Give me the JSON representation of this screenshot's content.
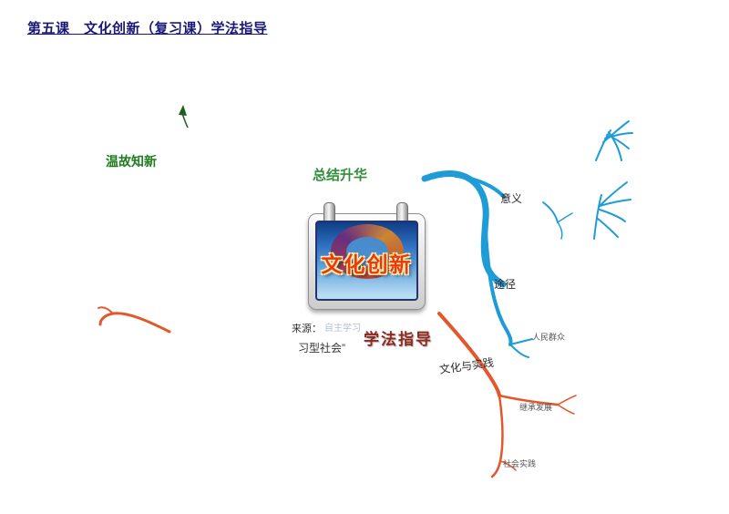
{
  "title": "第五课　文化创新（复习课）学法指导",
  "notes": {
    "green": "温故知新",
    "faint": "自主学习"
  },
  "center": {
    "label": "文化创新"
  },
  "nodes": {
    "summary": "总结升华",
    "method": "学法指导",
    "meaning": "意义",
    "approach": "途径",
    "culture_practice": "文化与实践",
    "source": "来源：",
    "society": "习型社会”",
    "people": "人民群众",
    "inherit": "继承发展",
    "practice": "社会实践"
  },
  "colors": {
    "branch_blue": "#1e9cd7",
    "branch_orange": "#e2572b",
    "node_green": "#2f8f3a",
    "node_maroon": "#8e2a1e",
    "title_navy": "#1a1877",
    "calendar_text_red": "#e83a0f"
  }
}
